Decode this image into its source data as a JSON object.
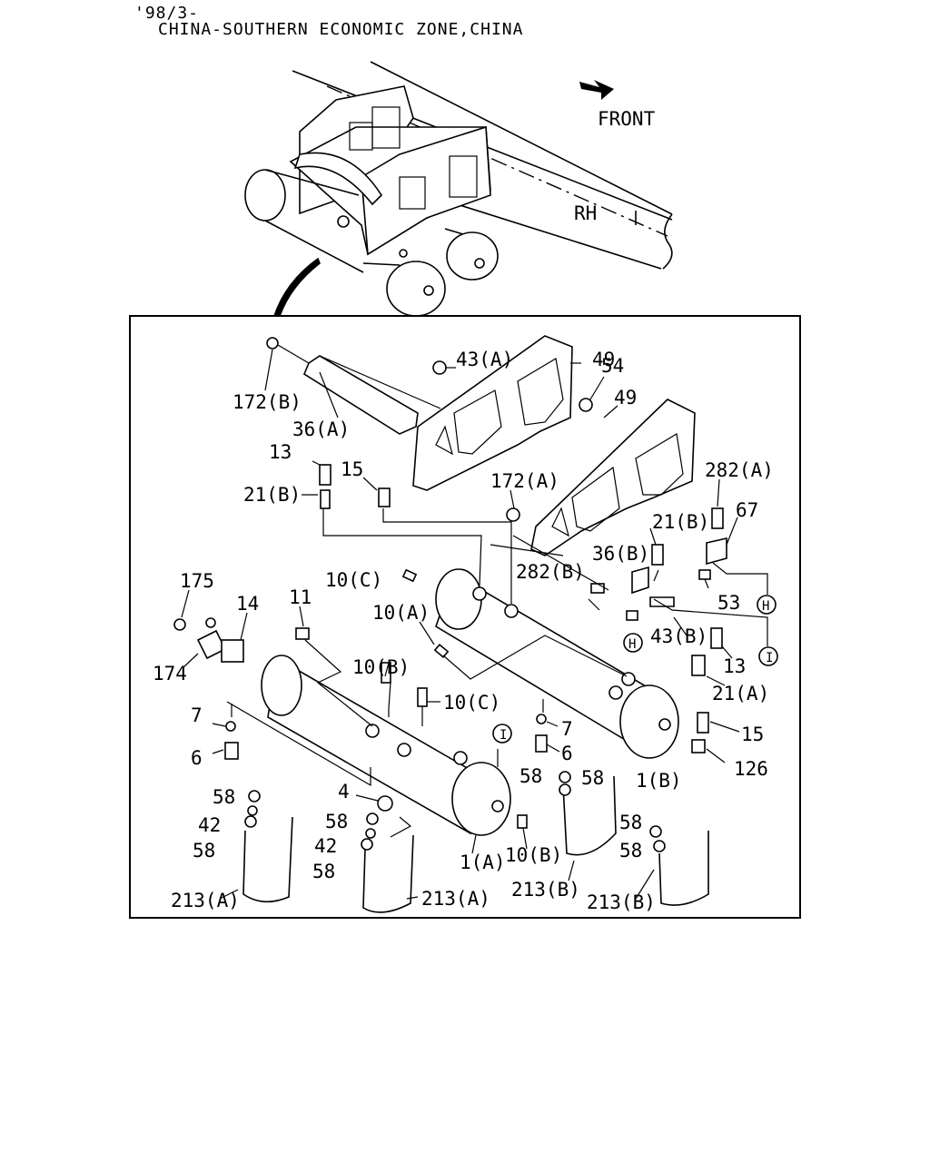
{
  "header": {
    "date_code": "'98/3-",
    "region": "CHINA-SOUTHERN ECONOMIC ZONE,CHINA"
  },
  "overview": {
    "front_label": "FRONT",
    "rh_label": "RH"
  },
  "callouts": [
    {
      "id": "c-43a",
      "text": "43(A)"
    },
    {
      "id": "c-49a",
      "text": "49"
    },
    {
      "id": "c-54",
      "text": "54"
    },
    {
      "id": "c-49b",
      "text": "49"
    },
    {
      "id": "c-172b",
      "text": "172(B)"
    },
    {
      "id": "c-36a",
      "text": "36(A)"
    },
    {
      "id": "c-13a",
      "text": "13"
    },
    {
      "id": "c-15a",
      "text": "15"
    },
    {
      "id": "c-172a",
      "text": "172(A)"
    },
    {
      "id": "c-282a",
      "text": "282(A)"
    },
    {
      "id": "c-21b1",
      "text": "21(B)"
    },
    {
      "id": "c-67",
      "text": "67"
    },
    {
      "id": "c-21b2",
      "text": "21(B)"
    },
    {
      "id": "c-36b",
      "text": "36(B)"
    },
    {
      "id": "c-10c1",
      "text": "10(C)"
    },
    {
      "id": "c-282b",
      "text": "282(B)"
    },
    {
      "id": "c-53",
      "text": "53"
    },
    {
      "id": "c-175",
      "text": "175"
    },
    {
      "id": "c-14",
      "text": "14"
    },
    {
      "id": "c-11",
      "text": "11"
    },
    {
      "id": "c-10a",
      "text": "10(A)"
    },
    {
      "id": "c-43b",
      "text": "43(B)"
    },
    {
      "id": "c-13b",
      "text": "13"
    },
    {
      "id": "c-174",
      "text": "174"
    },
    {
      "id": "c-10b1",
      "text": "10(B)"
    },
    {
      "id": "c-21a",
      "text": "21(A)"
    },
    {
      "id": "c-10c2",
      "text": "10(C)"
    },
    {
      "id": "c-7a",
      "text": "7"
    },
    {
      "id": "c-7b",
      "text": "7"
    },
    {
      "id": "c-15b",
      "text": "15"
    },
    {
      "id": "c-6a",
      "text": "6"
    },
    {
      "id": "c-6b",
      "text": "6"
    },
    {
      "id": "c-126",
      "text": "126"
    },
    {
      "id": "c-58a",
      "text": "58"
    },
    {
      "id": "c-58b",
      "text": "58"
    },
    {
      "id": "c-1b",
      "text": "1(B)"
    },
    {
      "id": "c-4",
      "text": "4"
    },
    {
      "id": "c-58c",
      "text": "58"
    },
    {
      "id": "c-42a",
      "text": "42"
    },
    {
      "id": "c-58d",
      "text": "58"
    },
    {
      "id": "c-58e",
      "text": "58"
    },
    {
      "id": "c-58f",
      "text": "58"
    },
    {
      "id": "c-42b",
      "text": "42"
    },
    {
      "id": "c-58g",
      "text": "58"
    },
    {
      "id": "c-10b2",
      "text": "10(B)"
    },
    {
      "id": "c-1a",
      "text": "1(A)"
    },
    {
      "id": "c-213a1",
      "text": "213(A)"
    },
    {
      "id": "c-213a2",
      "text": "213(A)"
    },
    {
      "id": "c-213b1",
      "text": "213(B)"
    },
    {
      "id": "c-213b2",
      "text": "213(B)"
    }
  ],
  "connectors": {
    "h": "H",
    "i": "I"
  }
}
